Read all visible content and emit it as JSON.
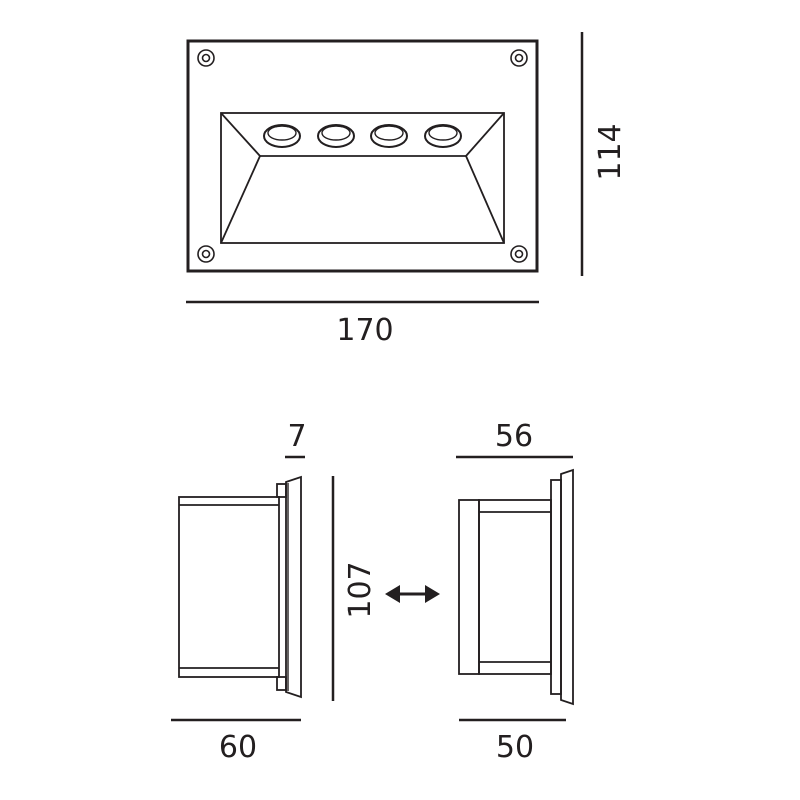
{
  "dimensions": {
    "front_width": "170",
    "front_height": "114",
    "flange_depth": "7",
    "side_height": "107",
    "left_depth": "60",
    "right_top_depth": "56",
    "right_bottom_depth": "50"
  },
  "front_view": {
    "led_count": 4,
    "screw_count": 4
  },
  "colors": {
    "line": "#231f20",
    "background": "#ffffff"
  },
  "icons": {
    "arrow": "double-arrow-icon"
  }
}
